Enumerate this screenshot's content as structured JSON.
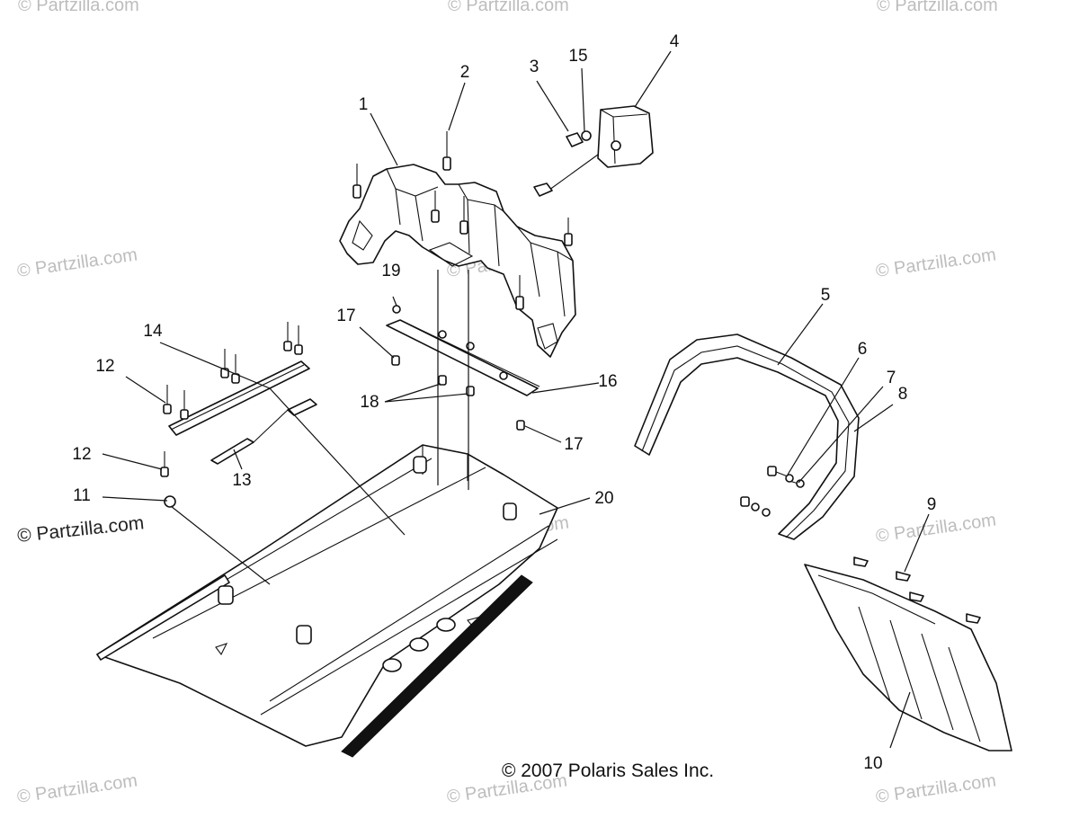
{
  "diagram": {
    "copyright": "© 2007 Polaris Sales Inc.",
    "watermark_text": "© Partzilla.com",
    "part_labels": {
      "p1": "1",
      "p2": "2",
      "p3": "3",
      "p4": "4",
      "p5": "5",
      "p6": "6",
      "p7": "7",
      "p8": "8",
      "p9": "9",
      "p10": "10",
      "p11": "11",
      "p12a": "12",
      "p12b": "12",
      "p13": "13",
      "p14": "14",
      "p15": "15",
      "p16": "16",
      "p17a": "17",
      "p17b": "17",
      "p18": "18",
      "p19": "19",
      "p20": "20"
    },
    "colors": {
      "line": "#111111",
      "watermark": "#bdbdbd",
      "background": "#ffffff"
    }
  }
}
